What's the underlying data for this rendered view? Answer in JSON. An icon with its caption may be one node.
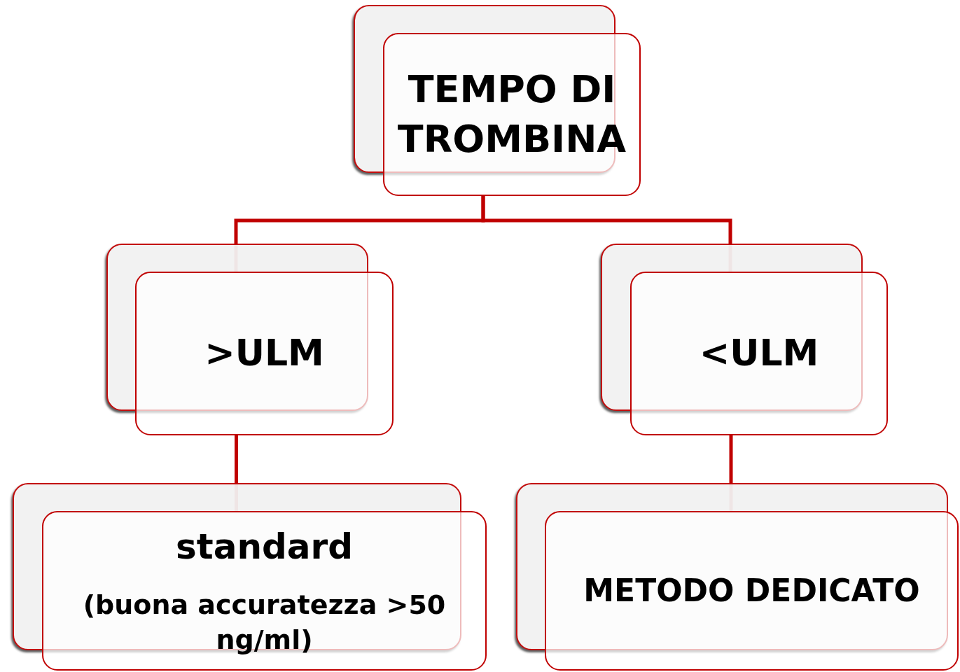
{
  "diagram": {
    "nodes": [
      {
        "text": [
          "TEMPO DI TROMBINA"
        ]
      },
      {
        "text": [
          ">ULM"
        ]
      },
      {
        "text": [
          "<ULM"
        ]
      },
      {
        "text": [
          "standard",
          "(buona accuratezza >50 ng/ml)"
        ]
      },
      {
        "text": [
          "METODO DEDICATO"
        ]
      }
    ],
    "edges": [
      {
        "from": 0,
        "to": 1,
        "arrow": "none"
      },
      {
        "from": 0,
        "to": 2,
        "arrow": "none"
      },
      {
        "from": 1,
        "to": 3,
        "arrow": "none"
      },
      {
        "from": 2,
        "to": 4,
        "arrow": "none"
      }
    ]
  }
}
